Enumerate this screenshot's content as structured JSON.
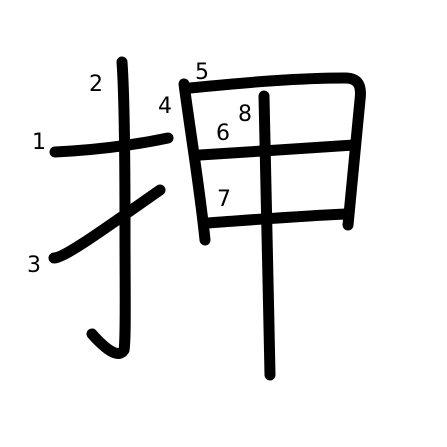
{
  "character": "押",
  "stroke_color": "#000000",
  "background_color": "#ffffff",
  "stroke_count": 8,
  "stroke_numbers": {
    "s1": "1",
    "s2": "2",
    "s3": "3",
    "s4": "4",
    "s5": "5",
    "s6": "6",
    "s7": "7",
    "s8": "8"
  }
}
